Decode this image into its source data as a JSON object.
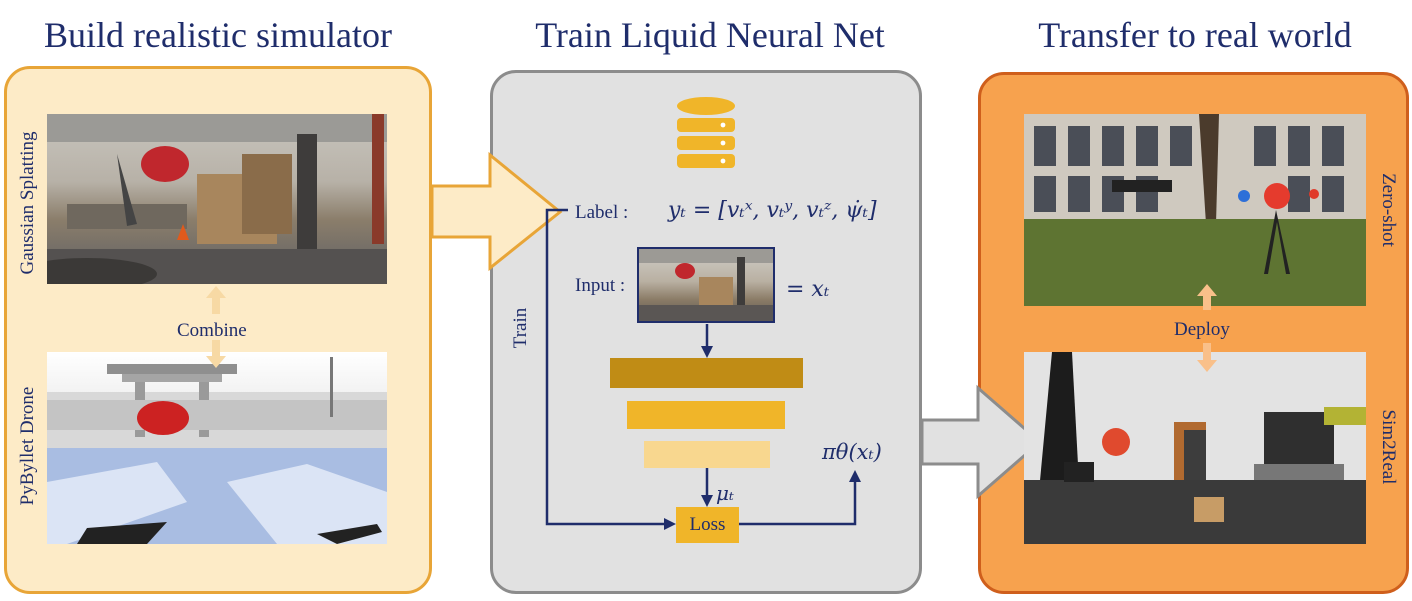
{
  "titles": {
    "simulator": "Build realistic simulator",
    "train": "Train Liquid Neural Net",
    "transfer": "Transfer to real world"
  },
  "simulator_panel": {
    "top_image_label": "Gaussian Splatting",
    "bottom_image_label": "PyByllet Drone",
    "combine_label": "Combine"
  },
  "train_panel": {
    "label_prefix": "Label :",
    "label_equation": "yₜ = [vₜˣ, vₜʸ, vₜᶻ, ψ̇ₜ]",
    "input_prefix": "Input :",
    "input_equation": "= xₜ",
    "mu_label": "μₜ",
    "loss_label": "Loss",
    "policy_label": "πθ(xₜ)",
    "train_label": "Train",
    "database_icon": "database-icon"
  },
  "real_panel": {
    "top_image_label": "Zero-shot",
    "bottom_image_label": "Sim2Real",
    "deploy_label": "Deploy"
  },
  "colors": {
    "title_text": "#1f2d6b",
    "sim_panel_fill": "#fdebc7",
    "sim_panel_border": "#e8a537",
    "train_panel_fill": "#e1e1e1",
    "train_panel_border": "#8c8c8c",
    "real_panel_fill": "#f7a24e",
    "real_panel_border": "#cf5f1c",
    "layer_dark": "#c08c15",
    "layer_mid": "#f0b529",
    "layer_light": "#f8d78f",
    "arrow_navy": "#1f2d6b"
  }
}
